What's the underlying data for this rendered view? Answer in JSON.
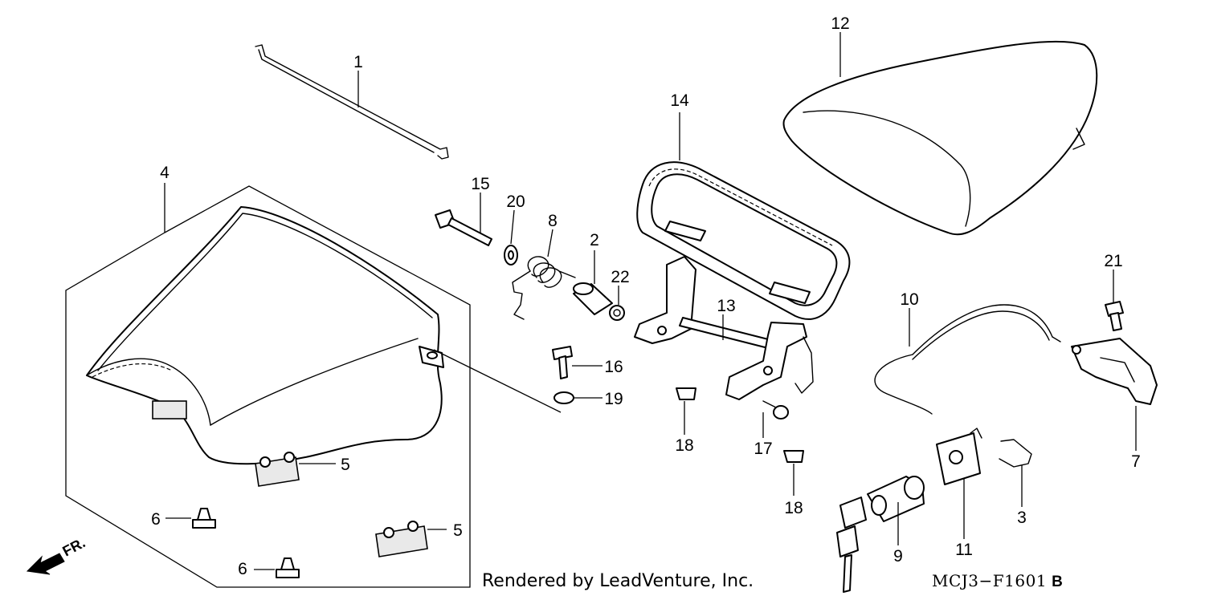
{
  "callouts": {
    "c1": "1",
    "c2": "2",
    "c3": "3",
    "c4": "4",
    "c5a": "5",
    "c5b": "5",
    "c6a": "6",
    "c6b": "6",
    "c7": "7",
    "c8": "8",
    "c9": "9",
    "c10": "10",
    "c11": "11",
    "c12": "12",
    "c13": "13",
    "c14": "14",
    "c15": "15",
    "c16": "16",
    "c17": "17",
    "c18a": "18",
    "c18b": "18",
    "c19": "19",
    "c20": "20",
    "c21": "21",
    "c22": "22"
  },
  "direction_label": "FR.",
  "credit": "Rendered by LeadVenture, Inc.",
  "diagram_code": "MCJ3−F1601",
  "diagram_code_suffix": "B",
  "colors": {
    "line": "#000000",
    "background": "#ffffff"
  }
}
